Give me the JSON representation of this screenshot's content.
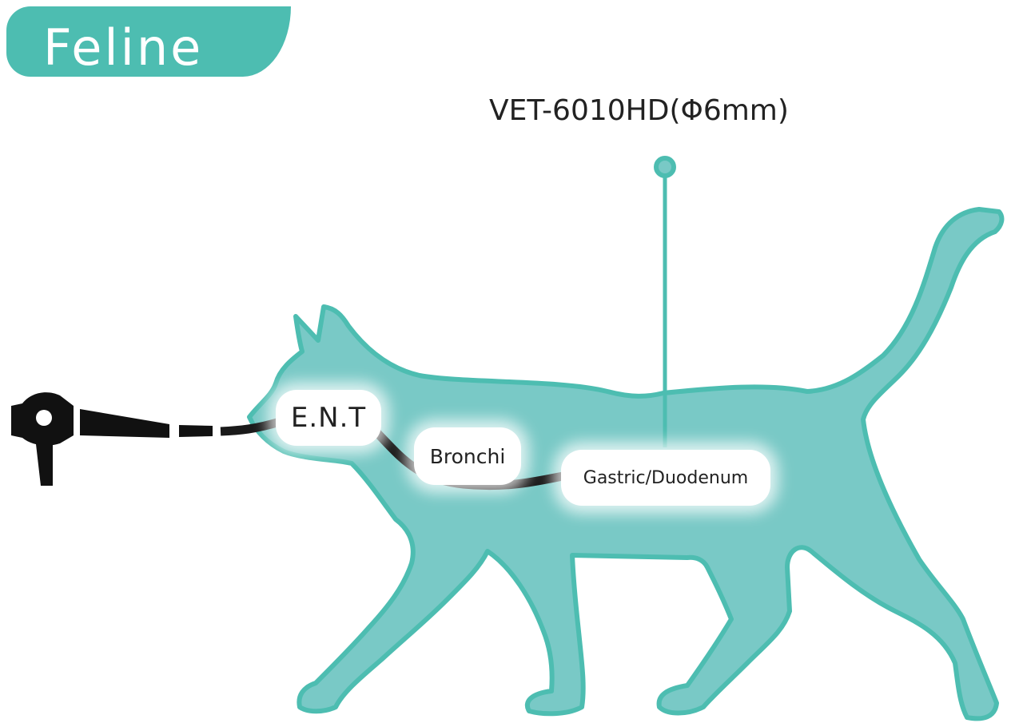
{
  "title": "Feline",
  "model": "VET-6010HD(Φ6mm)",
  "labels": {
    "ent": "E.N.T",
    "bronchi": "Bronchi",
    "gastric": "Gastric/Duodenum"
  },
  "colors": {
    "accent": "#4dbdb1",
    "body_fill": "#79c9c6",
    "scope": "#111111"
  }
}
